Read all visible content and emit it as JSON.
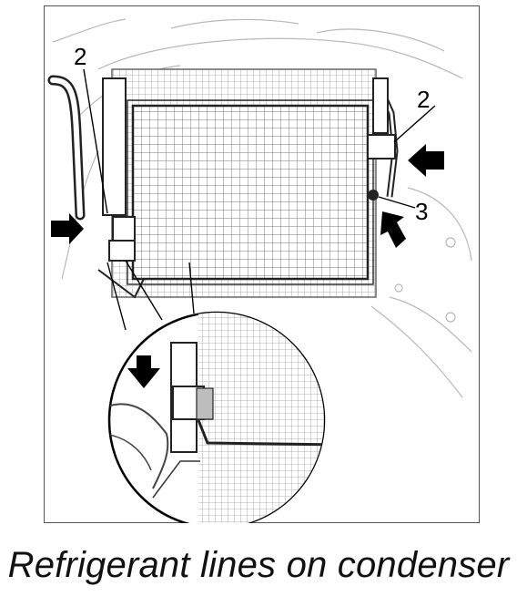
{
  "caption": "Refrigerant lines on condenser",
  "callouts": {
    "left_line": "2",
    "right_line": "2",
    "right_fitting": "3"
  }
}
